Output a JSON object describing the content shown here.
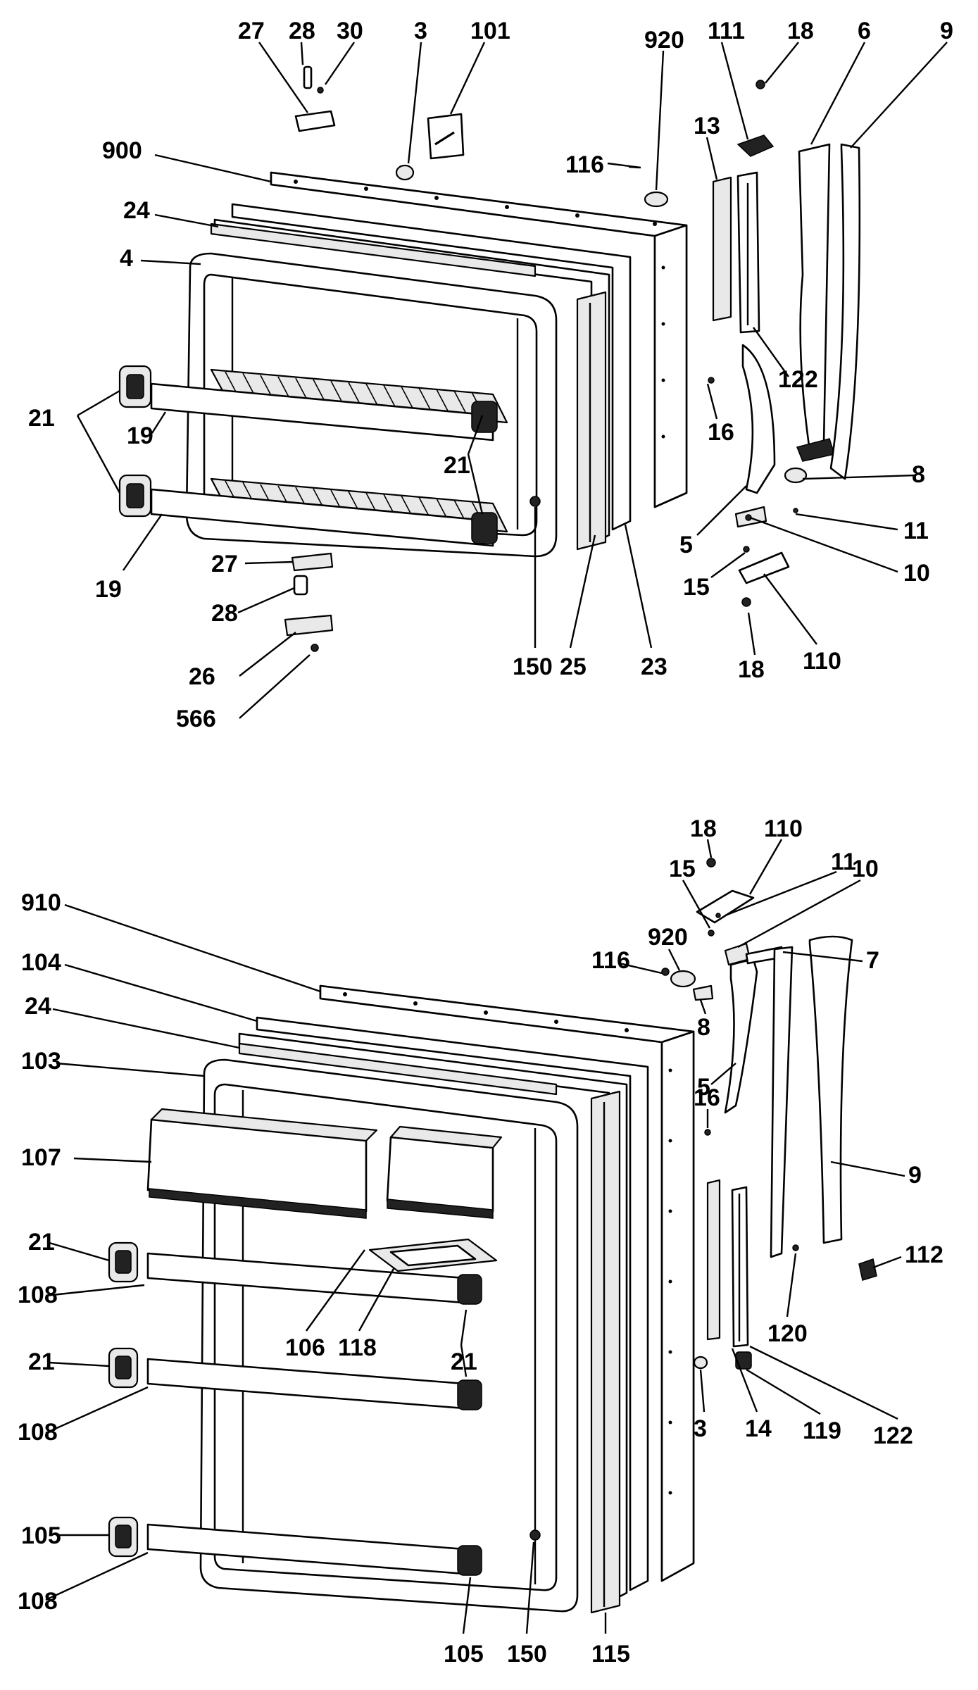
{
  "diagram": {
    "top_callouts": [
      "27",
      "28",
      "30",
      "3",
      "101",
      "920",
      "111",
      "18",
      "6",
      "9",
      "900",
      "116",
      "13",
      "24",
      "4",
      "122",
      "21",
      "19",
      "16",
      "21",
      "8",
      "5",
      "11",
      "10",
      "19",
      "27",
      "15",
      "28",
      "18",
      "110",
      "150",
      "25",
      "23",
      "26",
      "566"
    ],
    "bottom_callouts": [
      "18",
      "110",
      "15",
      "11",
      "10",
      "920",
      "116",
      "910",
      "7",
      "104",
      "24",
      "8",
      "103",
      "5",
      "107",
      "16",
      "9",
      "21",
      "108",
      "106",
      "118",
      "21",
      "112",
      "120",
      "21",
      "108",
      "3",
      "14",
      "119",
      "122",
      "105",
      "108",
      "105",
      "150",
      "115"
    ]
  }
}
